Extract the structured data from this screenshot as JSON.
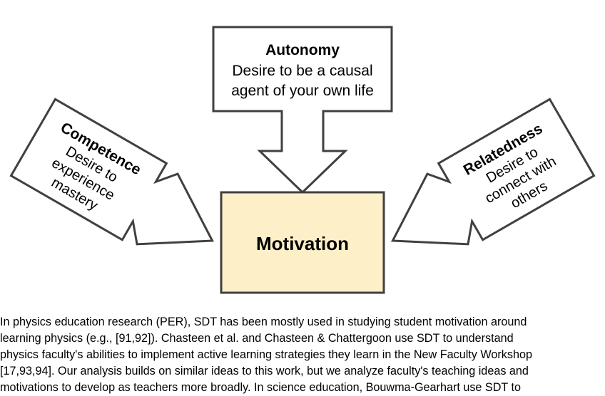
{
  "diagram": {
    "autonomy": {
      "title": "Autonomy",
      "lines": [
        "Desire to be a causal",
        "agent of your own life"
      ]
    },
    "competence": {
      "title": "Competence",
      "lines": [
        "Desire to",
        "experience",
        "mastery"
      ]
    },
    "relatedness": {
      "title": "Relatedness",
      "lines": [
        "Desire to",
        "connect with",
        "others"
      ]
    },
    "center": {
      "label": "Motivation"
    },
    "colors": {
      "center_fill": "#fdf0c9",
      "stroke": "#404040"
    }
  },
  "paragraph": {
    "lines": [
      "In physics education research (PER), SDT has been mostly used in studying student motivation around",
      "learning physics (e.g., [91,92]). Chasteen et al. and Chasteen & Chattergoon use SDT to understand",
      "physics faculty's abilities to implement active learning strategies they learn in the New Faculty Workshop",
      "[17,93,94]. Our analysis builds on similar ideas to this work, but we analyze faculty's teaching ideas and",
      "motivations to develop as teachers more broadly. In science education, Bouwma-Gearhart use SDT to"
    ]
  }
}
